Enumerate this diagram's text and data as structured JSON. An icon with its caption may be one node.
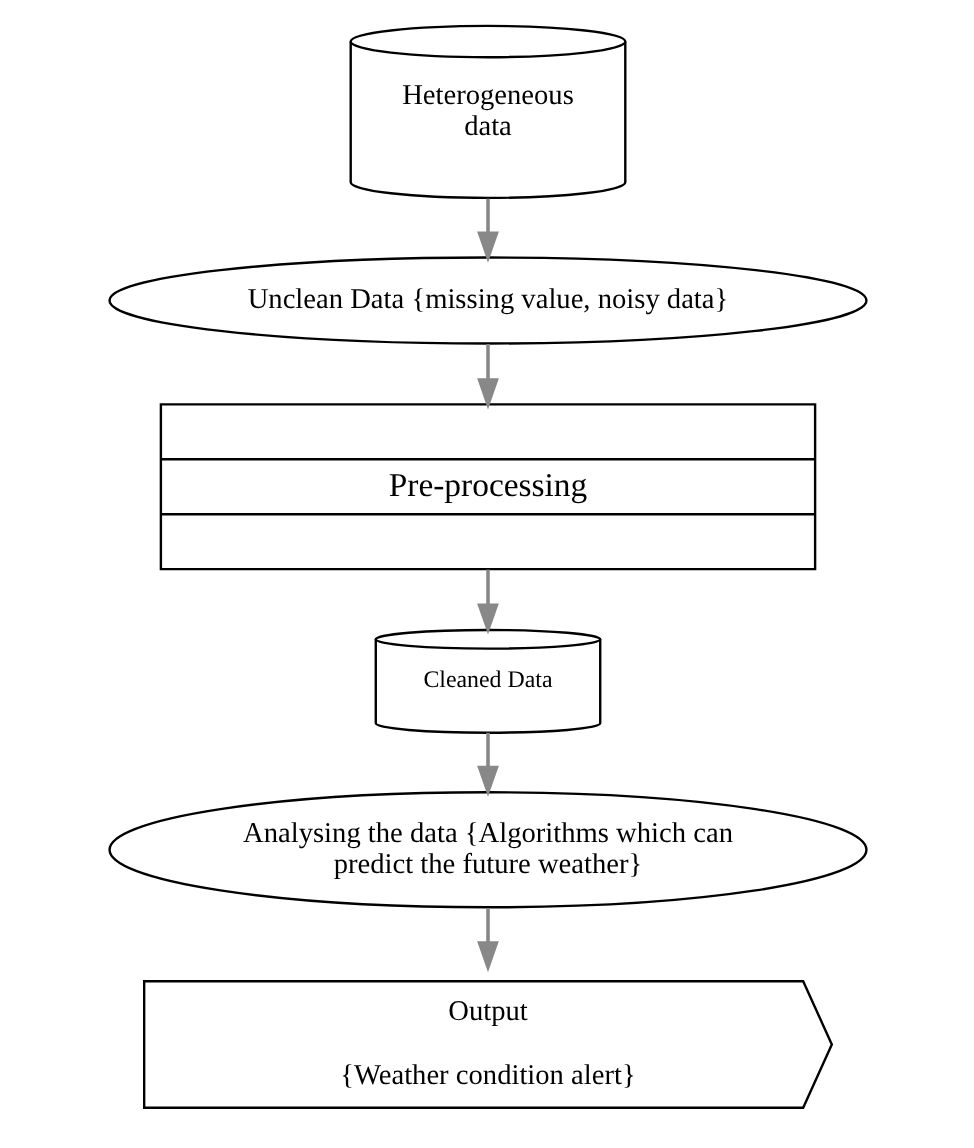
{
  "diagram": {
    "nodes": [
      {
        "text": [
          "Heterogeneous data"
        ]
      },
      {
        "text": [
          "Unclean Data {missing value, noisy data}"
        ]
      },
      {
        "text": [
          "Pre-processing"
        ]
      },
      {
        "text": [
          "Cleaned Data"
        ]
      },
      {
        "text": [
          "Analysing the data {Algorithms which can predict the future weather}"
        ]
      },
      {
        "text": [
          "Output",
          "{Weather condition alert}"
        ]
      }
    ],
    "edges": [
      {
        "from": 0,
        "to": 1,
        "arrow": "to"
      },
      {
        "from": 1,
        "to": 2,
        "arrow": "to"
      },
      {
        "from": 2,
        "to": 3,
        "arrow": "to"
      },
      {
        "from": 3,
        "to": 4,
        "arrow": "to"
      },
      {
        "from": 4,
        "to": 5,
        "arrow": "to"
      }
    ]
  }
}
